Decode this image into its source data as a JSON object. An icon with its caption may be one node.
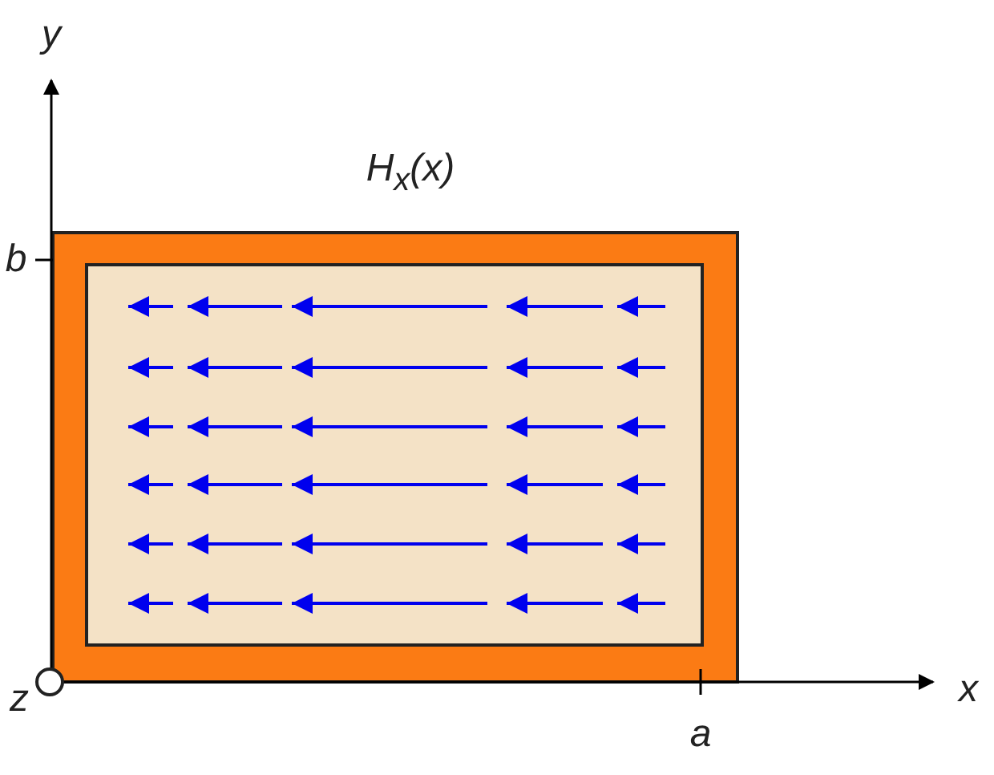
{
  "diagram": {
    "labels": [
      "y",
      "H$_{x}$(x)",
      "b",
      "z",
      "x",
      "a"
    ]
  }
}
